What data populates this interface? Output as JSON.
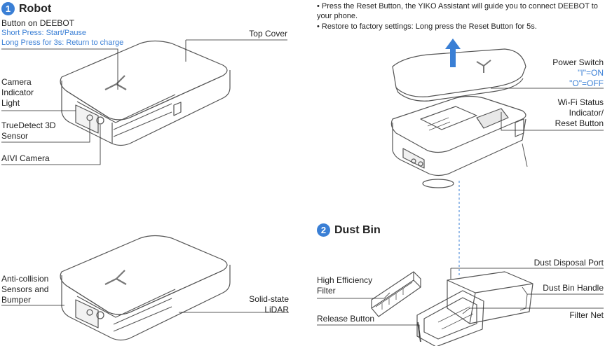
{
  "section_robot": {
    "number": "1",
    "title": "Robot"
  },
  "section_dustbin": {
    "number": "2",
    "title": "Dust Bin"
  },
  "robot_button": {
    "label": "Button on DEEBOT",
    "short_press": "Short Press: Start/Pause",
    "long_press": "Long Press for 3s: Return to charge"
  },
  "labels": {
    "top_cover": "Top Cover",
    "camera_indicator_light": [
      "Camera",
      "Indicator",
      "Light"
    ],
    "truedetect_3d_sensor": [
      "TrueDetect 3D",
      "Sensor"
    ],
    "aivi_camera": "AIVI Camera",
    "anti_collision": [
      "Anti-collision",
      "Sensors and",
      "Bumper"
    ],
    "solid_state_lidar": [
      "Solid-state",
      "LiDAR"
    ],
    "power_switch": {
      "label": "Power Switch",
      "on": "\"I\"=ON",
      "off": "\"O\"=OFF"
    },
    "wifi_status": [
      "Wi-Fi Status",
      "Indicator/",
      "Reset Button"
    ],
    "high_efficiency_filter": [
      "High Efficiency",
      "Filter"
    ],
    "release_button": "Release Button",
    "dust_disposal_port": "Dust Disposal Port",
    "dust_bin_handle": "Dust Bin Handle",
    "filter_net": "Filter Net"
  },
  "notes": [
    "• Press the Reset Button, the YIKO Assistant will guide you to connect DEEBOT to your phone.",
    "• Restore to factory settings: Long press the Reset Button for 5s."
  ],
  "colors": {
    "accent": "#3a7fd5",
    "line": "#222222",
    "outline": "#555555"
  }
}
